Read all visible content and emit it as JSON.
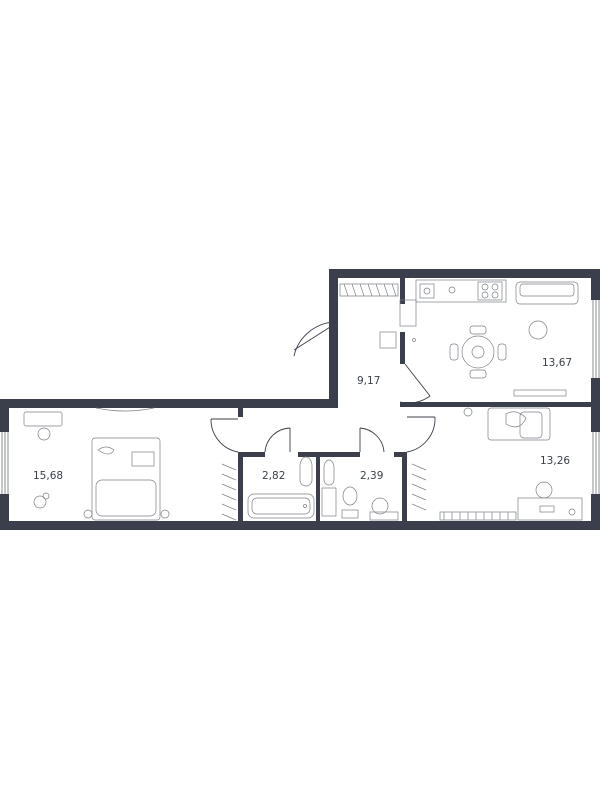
{
  "rooms": [
    {
      "id": "bedroom-left",
      "area": "15,68"
    },
    {
      "id": "bathroom",
      "area": "2,82"
    },
    {
      "id": "toilet",
      "area": "2,39"
    },
    {
      "id": "hallway",
      "area": "9,17"
    },
    {
      "id": "kitchen-living",
      "area": "13,67"
    },
    {
      "id": "bedroom-right",
      "area": "13,26"
    }
  ],
  "colors": {
    "wall": "#3b3f4b",
    "text": "#3a3f4a",
    "background": "#ffffff"
  }
}
